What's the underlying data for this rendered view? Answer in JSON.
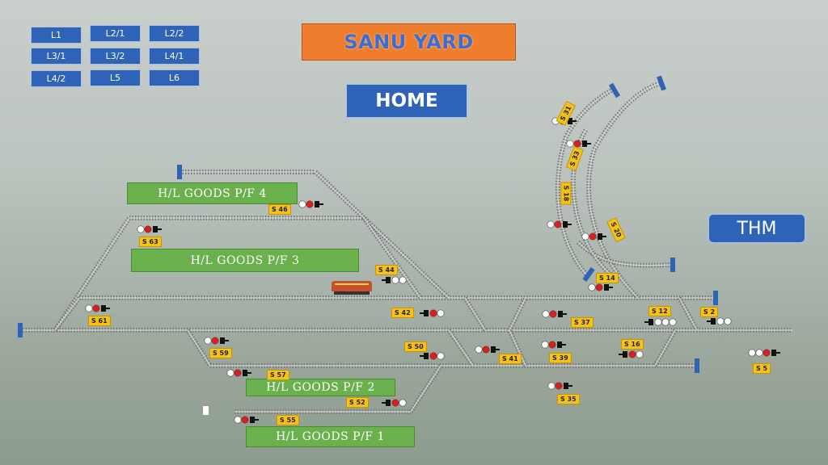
{
  "nav": {
    "buttons": [
      "L1",
      "L2/1",
      "L2/2",
      "L3/1",
      "L3/2",
      "L4/1",
      "L4/2",
      "L5",
      "L6"
    ]
  },
  "header": {
    "title": "SANU YARD",
    "home_label": "HOME",
    "thm_label": "THM"
  },
  "platforms": {
    "pf4": "H/L GOODS P/F 4",
    "pf3": "H/L GOODS P/F 3",
    "pf2": "H/L GOODS P/F 2",
    "pf1": "H/L GOODS P/F 1"
  },
  "signals": {
    "s31": "S 31",
    "s33": "S 33",
    "s18": "S 18",
    "s20": "S 20",
    "s46": "S 46",
    "s63": "S 63",
    "s44": "S 44",
    "s14": "S 14",
    "s61": "S 61",
    "s42": "S 42",
    "s12": "S 12",
    "s2": "S 2",
    "s37": "S 37",
    "s59": "S 59",
    "s50": "S 50",
    "s16": "S 16",
    "s41": "S 41",
    "s39": "S 39",
    "s5": "S 5",
    "s57": "S 57",
    "s35": "S 35",
    "s52": "S 52",
    "s55": "S 55"
  },
  "colors": {
    "nav_button": "#2f63b8",
    "title_bg": "#ef7d2e",
    "title_text": "#3a6fd1",
    "platform": "#6ab04c",
    "signal_tag": "#f6c21a",
    "signal_red": "#e21b1b",
    "buffer_stop": "#2f63b8"
  }
}
